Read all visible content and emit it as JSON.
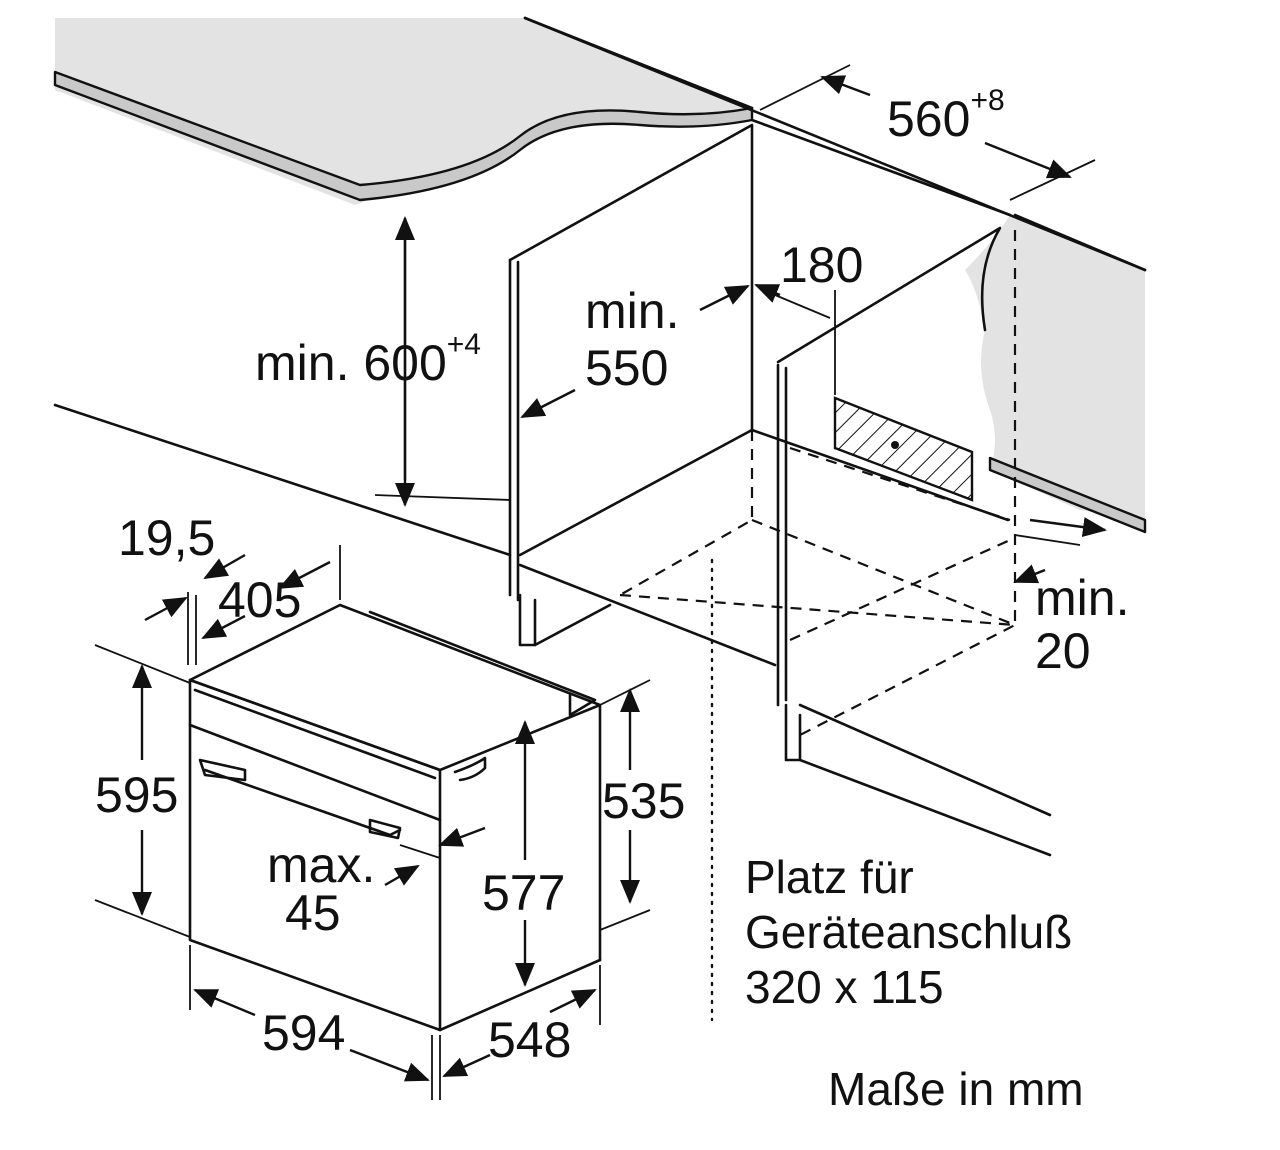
{
  "dimensions": {
    "top_width": {
      "value": "560",
      "sup": "+8"
    },
    "height_min": {
      "prefix": "min. 600",
      "sup": "+4"
    },
    "depth_min": {
      "line1": "min.",
      "line2": "550"
    },
    "vent_offset": "180",
    "rear_gap": {
      "line1": "min.",
      "line2": "20"
    },
    "front_thickness": "19,5",
    "front_offset": "405",
    "oven_height": "595",
    "oven_height_inner": "535",
    "oven_body_height": "577",
    "handle_projection": {
      "line1": "max.",
      "line2": "45"
    },
    "oven_width": "594",
    "oven_depth": "548"
  },
  "notes": {
    "connection_space": {
      "line1": "Platz für",
      "line2": "Geräteanschluß",
      "line3": "320 x 115"
    },
    "units": "Maße in mm"
  }
}
